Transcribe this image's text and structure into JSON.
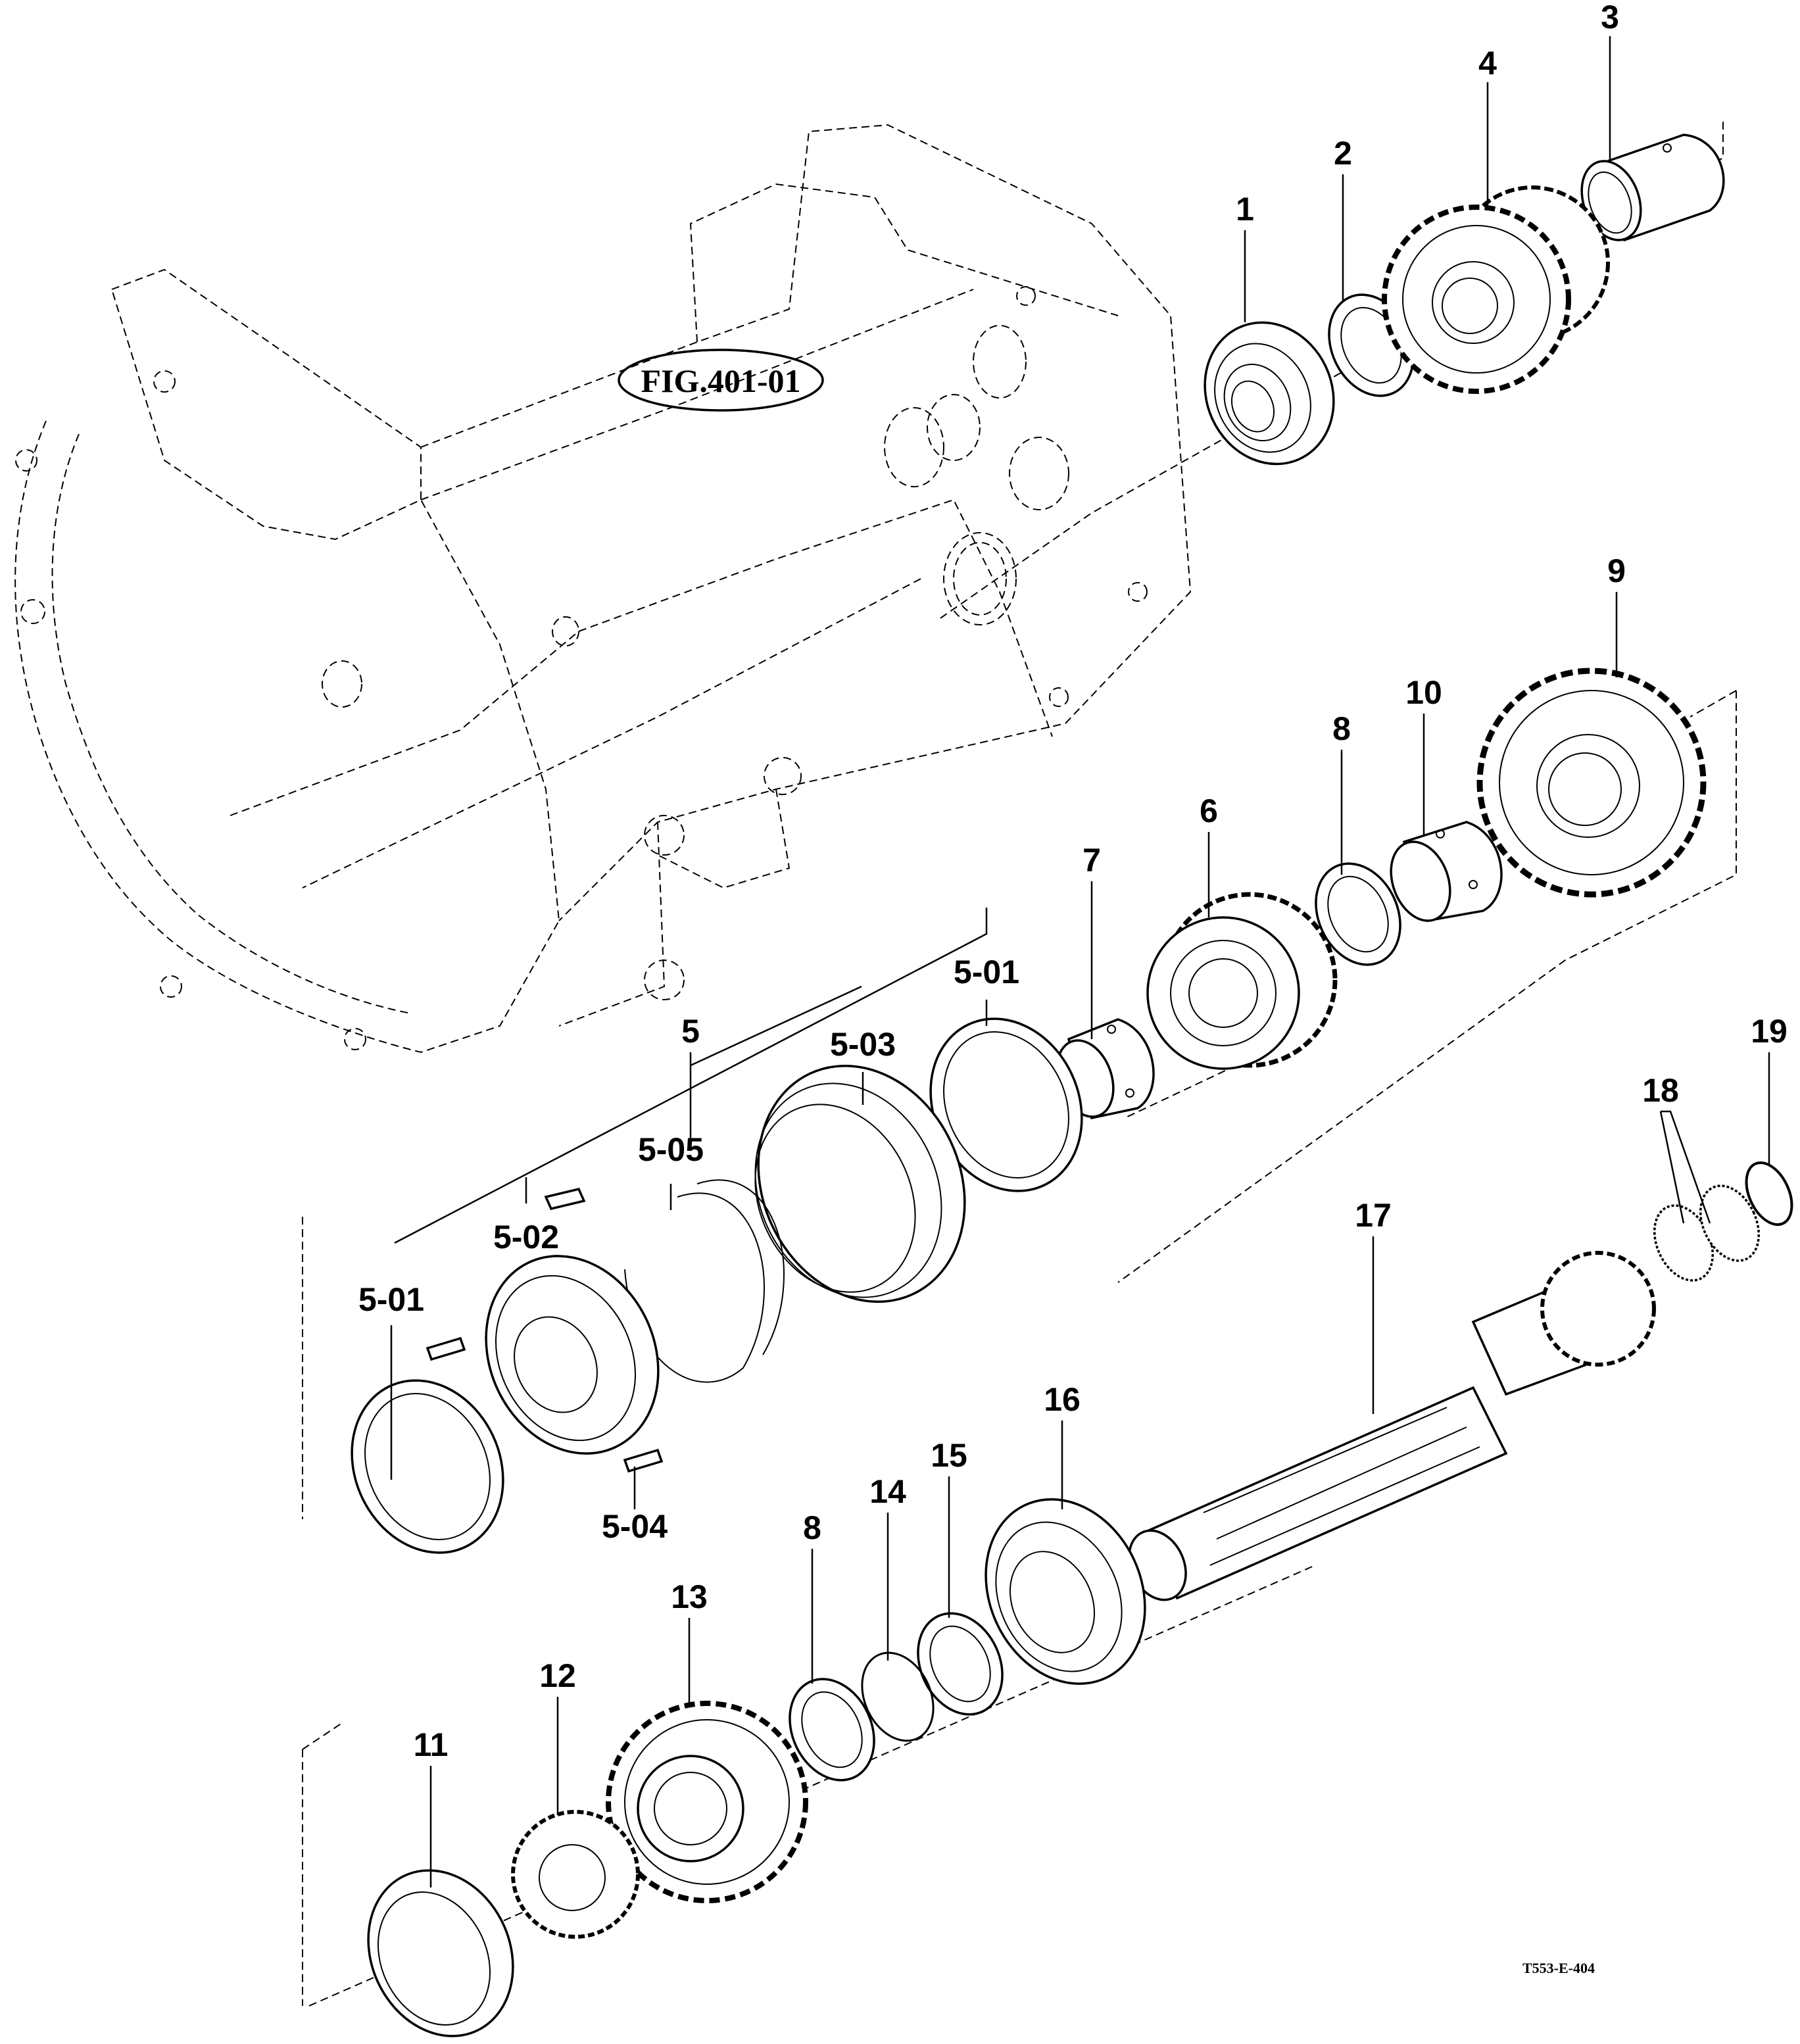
{
  "figure_ref": "FIG.401-01",
  "drawing_code": "T553-E-404",
  "parts": [
    {
      "id": "1"
    },
    {
      "id": "2"
    },
    {
      "id": "3"
    },
    {
      "id": "4"
    },
    {
      "id": "5"
    },
    {
      "id": "5-01"
    },
    {
      "id": "5-02"
    },
    {
      "id": "5-03"
    },
    {
      "id": "5-04"
    },
    {
      "id": "5-05"
    },
    {
      "id": "6"
    },
    {
      "id": "7"
    },
    {
      "id": "8"
    },
    {
      "id": "9"
    },
    {
      "id": "10"
    },
    {
      "id": "11"
    },
    {
      "id": "12"
    },
    {
      "id": "13"
    },
    {
      "id": "14"
    },
    {
      "id": "15"
    },
    {
      "id": "16"
    },
    {
      "id": "17"
    },
    {
      "id": "18"
    },
    {
      "id": "19"
    }
  ]
}
